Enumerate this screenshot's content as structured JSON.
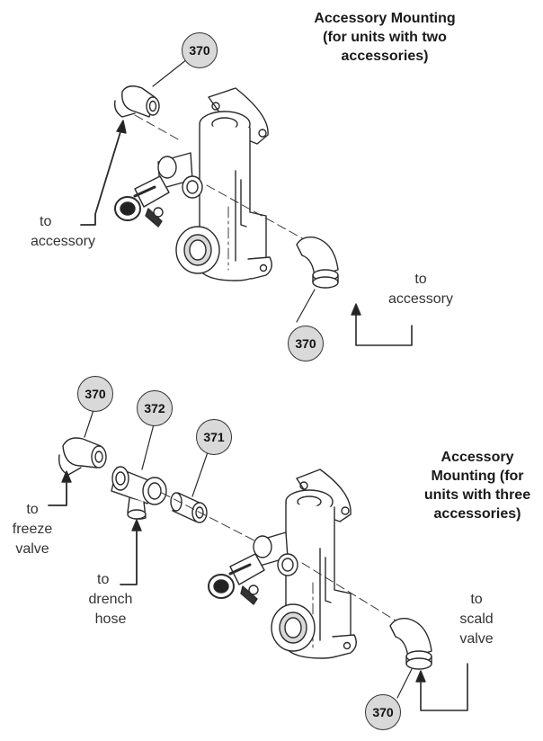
{
  "top_section": {
    "title_lines": [
      "Accessory Mounting",
      "(for units with two",
      "accessories)"
    ],
    "label_left": [
      "to",
      "accessory"
    ],
    "label_right": [
      "to",
      "accessory"
    ],
    "callout_top": "370",
    "callout_bottom": "370"
  },
  "bottom_section": {
    "title_lines": [
      "Accessory",
      "Mounting (for",
      "units with three",
      "accessories)"
    ],
    "label_freeze": [
      "to",
      "freeze",
      "valve"
    ],
    "label_drench": [
      "to",
      "drench",
      "hose"
    ],
    "label_scald": [
      "to",
      "scald",
      "valve"
    ],
    "callout_elbow": "370",
    "callout_tee": "372",
    "callout_nipple": "371",
    "callout_scald": "370"
  }
}
